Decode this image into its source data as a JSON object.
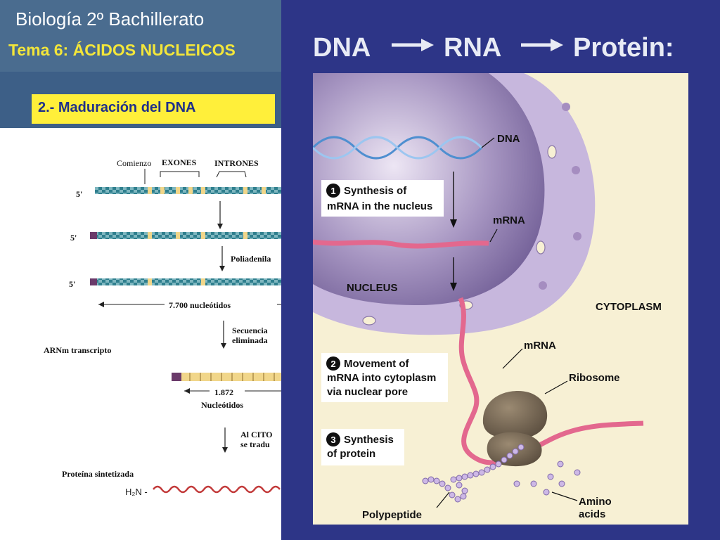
{
  "slide": {
    "course_title": "Biología 2º Bachillerato",
    "topic_title": "Tema 6: ÁCIDOS NUCLEICOS",
    "section_title": "2.- Maduración del DNA"
  },
  "left_figure": {
    "label_comienzo": "Comienzo",
    "label_exones": "EXONES",
    "label_intrones": "INTRONES",
    "five_prime_1": "5'",
    "five_prime_2": "5'",
    "five_prime_3": "5'",
    "label_poliadenilacion": "Poliadenila",
    "label_length_7700": "7.700 nucleótidos",
    "label_secuencias_1": "Secuencia",
    "label_secuencias_2": "eliminada",
    "label_arnm": "ARNm transcripto",
    "label_length_1872": "1.872",
    "label_nucleotidos": "Nucleótidos",
    "label_citoplasma_1": "Al CITO",
    "label_citoplasma_2": "se tradu",
    "label_proteina": "Proteína sintetizada",
    "label_h2n": "H₂N -"
  },
  "right_figure": {
    "banner": {
      "word1": "DNA",
      "word2": "RNA",
      "word3": "Protein:"
    },
    "labels": {
      "dna": "DNA",
      "mrna_1": "mRNA",
      "mrna_2": "mRNA",
      "nucleus": "NUCLEUS",
      "cytoplasm": "CYTOPLASM",
      "ribosome": "Ribosome",
      "polypeptide": "Polypeptide",
      "amino_1": "Amino",
      "amino_2": "acids"
    },
    "steps": [
      {
        "number": "1",
        "line1": "Synthesis of",
        "line2": "mRNA in the nucleus",
        "line3": ""
      },
      {
        "number": "2",
        "line1": "Movement of",
        "line2": "mRNA into cytoplasm",
        "line3": "via nuclear pore"
      },
      {
        "number": "3",
        "line1": "Synthesis",
        "line2": "of protein",
        "line3": ""
      }
    ]
  }
}
